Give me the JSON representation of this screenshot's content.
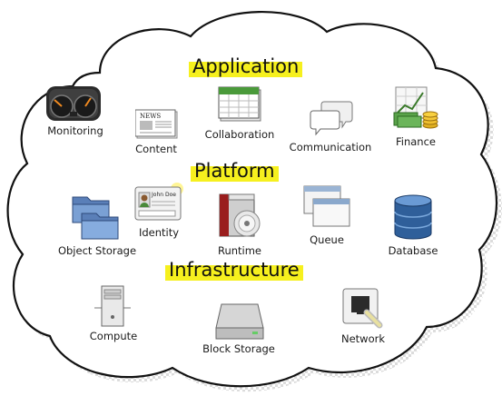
{
  "layers": {
    "application": "Application",
    "platform": "Platform",
    "infrastructure": "Infrastructure"
  },
  "items": {
    "monitoring": "Monitoring",
    "content": "Content",
    "collaboration": "Collaboration",
    "communication": "Communication",
    "finance": "Finance",
    "identity": "Identity",
    "object_storage": "Object Storage",
    "runtime": "Runtime",
    "queue": "Queue",
    "database": "Database",
    "compute": "Compute",
    "block_storage": "Block Storage",
    "network": "Network"
  },
  "icon_text": {
    "news": "NEWS",
    "id_name": "John Doe"
  },
  "colors": {
    "highlight": "#f6f01e",
    "cloud_outline": "#111111",
    "shadow": "#d8d8d8"
  }
}
